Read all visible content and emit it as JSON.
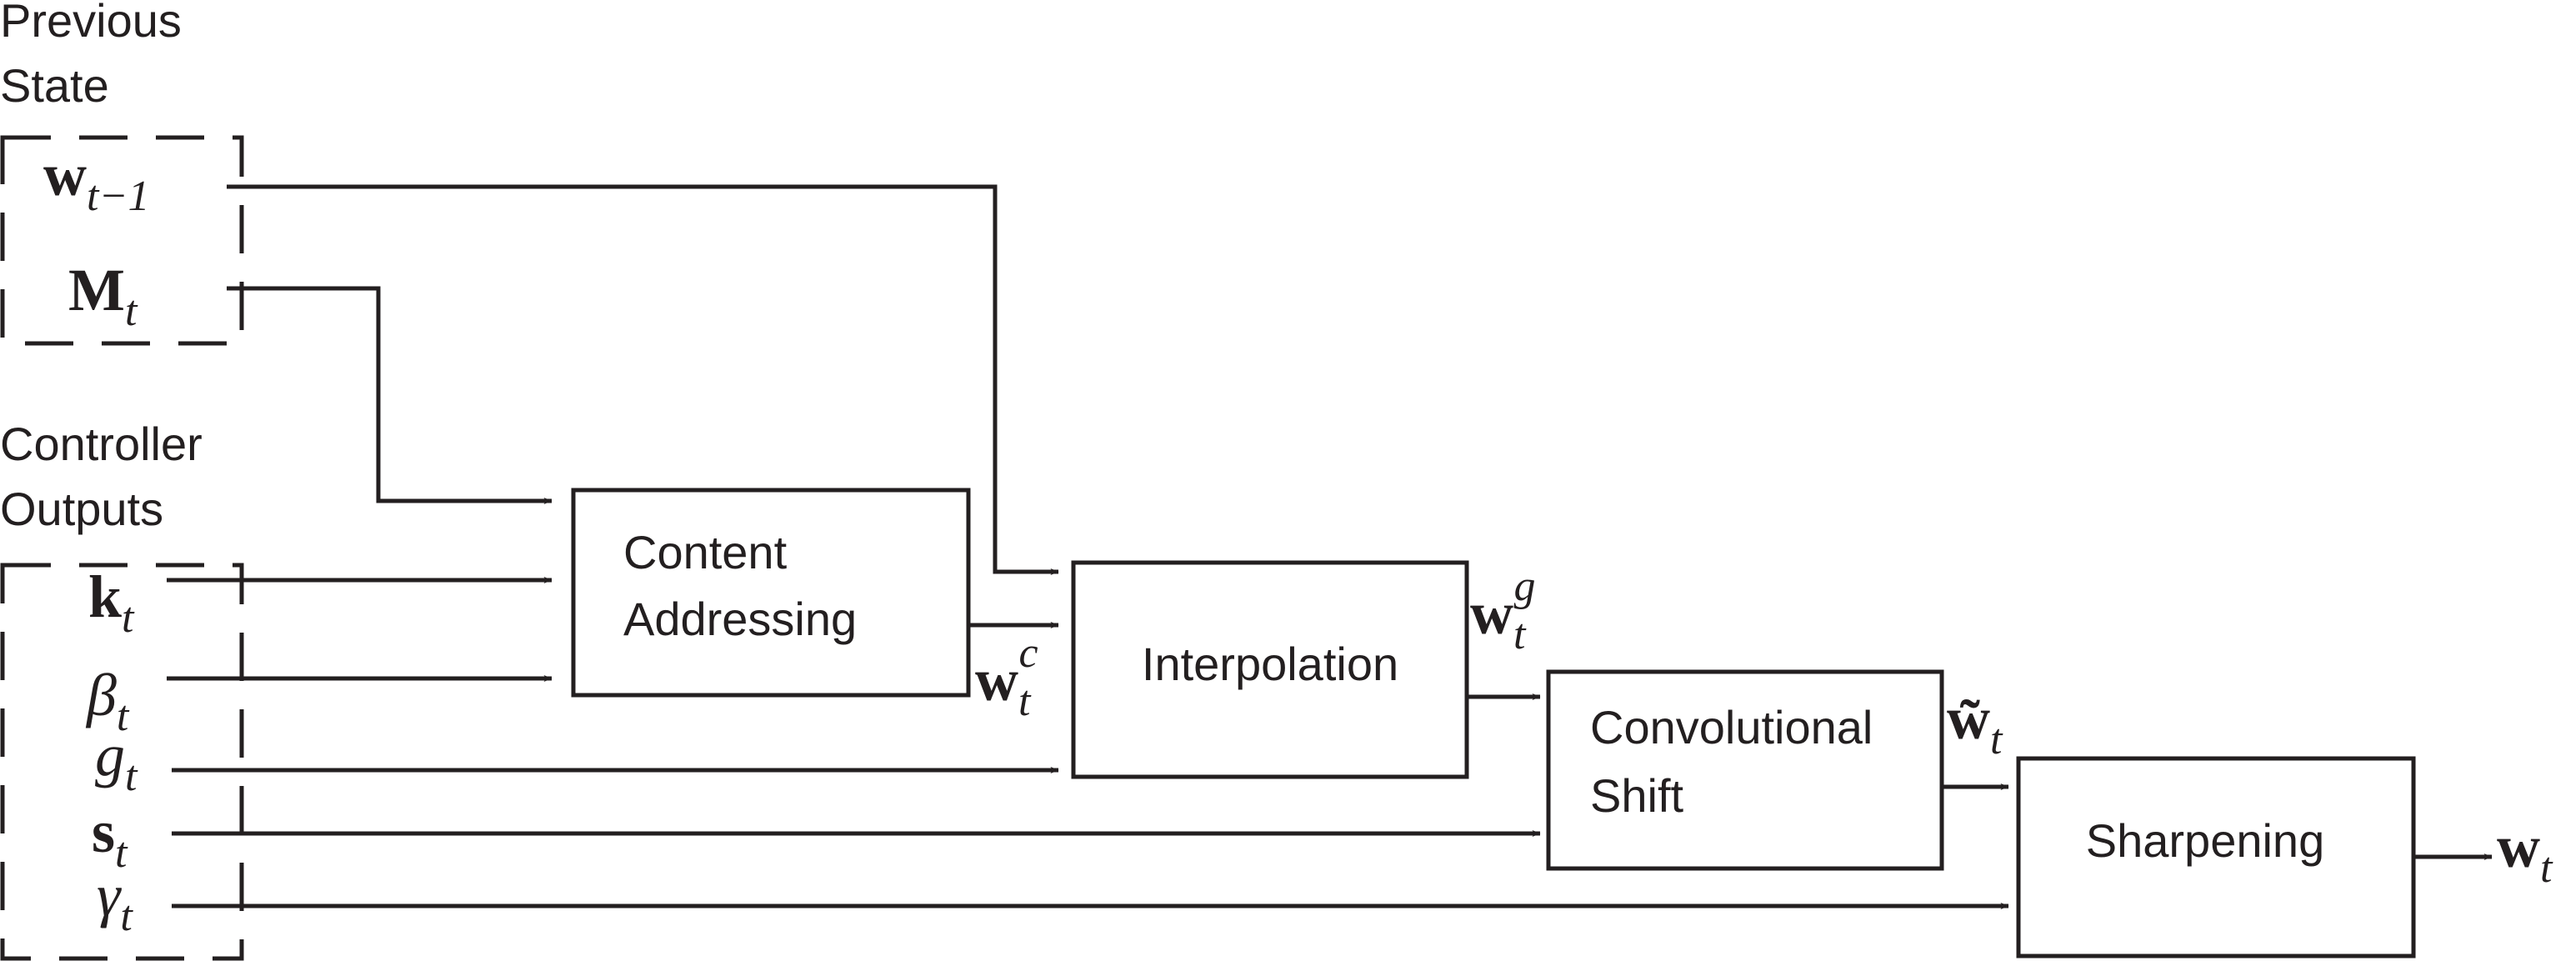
{
  "groups": {
    "previous_state": [
      "Previous",
      "State"
    ],
    "controller_outputs": [
      "Controller",
      "Outputs"
    ]
  },
  "symbols": {
    "w_prev": {
      "base": "w",
      "sub": "t−1"
    },
    "M": {
      "base": "M",
      "sub": "t"
    },
    "k": {
      "base": "k",
      "sub": "t"
    },
    "beta": {
      "base": "β",
      "sub": "t"
    },
    "g": {
      "base": "g",
      "sub": "t"
    },
    "s": {
      "base": "s",
      "sub": "t"
    },
    "gamma": {
      "base": "γ",
      "sub": "t"
    },
    "w_c": {
      "base": "w",
      "sub": "t",
      "sup": "c"
    },
    "w_g": {
      "base": "w",
      "sub": "t",
      "sup": "g"
    },
    "w_tilde": {
      "base": "w̃",
      "sub": "t"
    },
    "w_out": {
      "base": "w",
      "sub": "t"
    }
  },
  "blocks": {
    "content_addressing": [
      "Content",
      "Addressing"
    ],
    "interpolation": [
      "Interpolation"
    ],
    "convolutional_shift": [
      "Convolutional",
      "Shift"
    ],
    "sharpening": [
      "Sharpening"
    ]
  },
  "colors": {
    "ink": "#231f20",
    "background": "#ffffff"
  }
}
